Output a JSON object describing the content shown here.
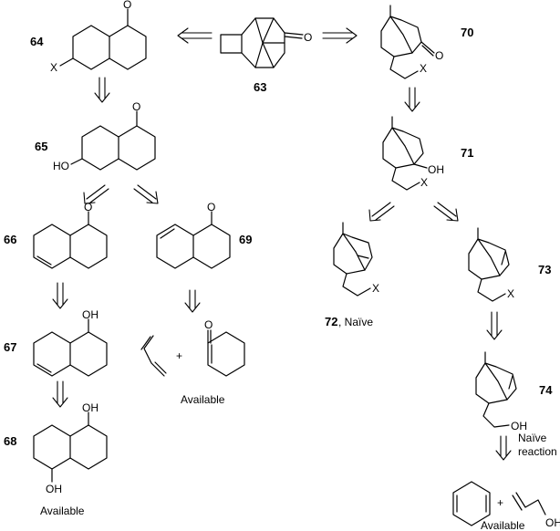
{
  "compounds": {
    "c63": "63",
    "c64": "64",
    "c65": "65",
    "c66": "66",
    "c67": "67",
    "c68": "68",
    "c69": "69",
    "c70": "70",
    "c71": "71",
    "c72": "72",
    "c73": "73",
    "c74": "74"
  },
  "atoms": {
    "oxygen": "O",
    "hydroxyl": "OH",
    "hydroxyl_left": "HO",
    "substituent": "X"
  },
  "labels": {
    "naive_suffix": ", Naïve",
    "available": "Available",
    "naive": "Naïve",
    "reaction": "reaction",
    "plus": "+"
  }
}
